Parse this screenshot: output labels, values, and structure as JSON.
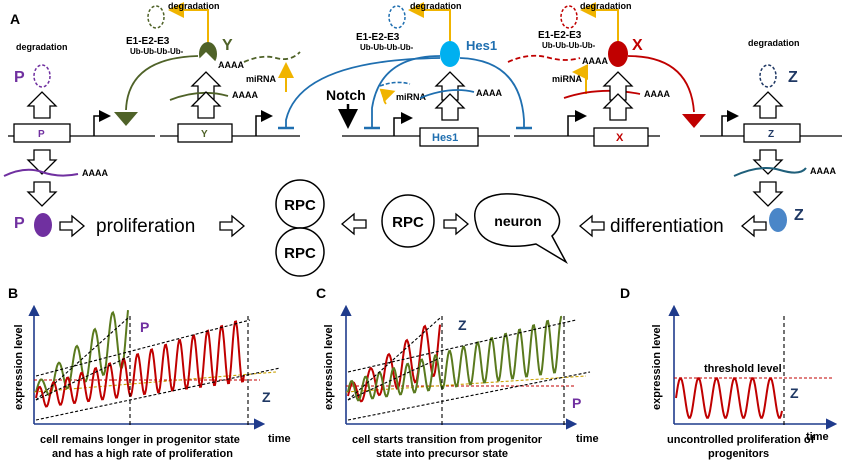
{
  "panels": {
    "a": "A",
    "b": "B",
    "c": "C",
    "d": "D"
  },
  "common": {
    "degradation": "degradation",
    "ub": "E1-E2-E3",
    "ub_chain": "Ub-Ub-Ub-Ub-",
    "mirna": "miRNA",
    "polyA": "AAAA",
    "notch": "Notch"
  },
  "genes": {
    "p": "P",
    "y": "Y",
    "hes1": "Hes1",
    "x": "X",
    "z": "Z"
  },
  "cells": {
    "rpc": "RPC",
    "neuron": "neuron"
  },
  "processes": {
    "proliferation": "proliferation",
    "differentiation": "differentiation"
  },
  "axes": {
    "ylabel": "expression level",
    "xlabel": "time",
    "threshold": "threshold level"
  },
  "captions": {
    "b1": "cell remains longer in progenitor state",
    "b2": "and has a high rate of proliferation",
    "c1": "cell starts transition from progenitor",
    "c2": "state into precursor state",
    "d1": "uncontrolled proliferation of",
    "d2": "progenitors"
  },
  "colors": {
    "p": "#7030a0",
    "y": "#4f6228",
    "hes1": "#1f6fb0",
    "x": "#c00000",
    "z": "#1f3864",
    "mirna": "#f0b400",
    "red": "#c00000",
    "green": "#5a7a1e"
  }
}
